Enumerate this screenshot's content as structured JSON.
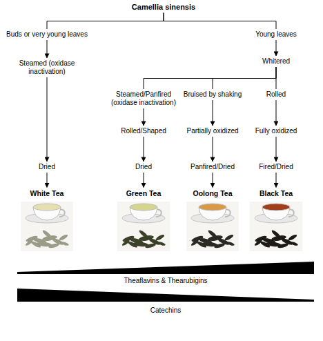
{
  "diagram": {
    "nodes": [
      {
        "text": [
          "Camellia sinensis"
        ]
      },
      {
        "text": [
          "Buds or very young leaves"
        ]
      },
      {
        "text": [
          "Young leaves"
        ]
      },
      {
        "text": [
          "Steamed (oxidase inactivation)"
        ]
      },
      {
        "text": [
          "Whitered"
        ]
      },
      {
        "text": [
          "Steamed/Panfired (oxidase inactivation)"
        ]
      },
      {
        "text": [
          "Bruised by shaking"
        ]
      },
      {
        "text": [
          "Rolled"
        ]
      },
      {
        "text": [
          "Rolled/Shaped"
        ]
      },
      {
        "text": [
          "Partially oxidized"
        ]
      },
      {
        "text": [
          "Fully oxidized"
        ]
      },
      {
        "text": [
          "Dried"
        ]
      },
      {
        "text": [
          "Dried"
        ]
      },
      {
        "text": [
          "Panfired/Dried"
        ]
      },
      {
        "text": [
          "Fired/Dried"
        ]
      },
      {
        "text": [
          "White Tea"
        ]
      },
      {
        "text": [
          "Green Tea"
        ]
      },
      {
        "text": [
          "Oolong Tea"
        ]
      },
      {
        "text": [
          "Black Tea"
        ]
      }
    ],
    "edges": [
      {
        "from": 0,
        "to": 1,
        "arrow": "none"
      },
      {
        "from": 0,
        "to": 2,
        "arrow": "none"
      },
      {
        "from": 1,
        "to": 3,
        "arrow": "to"
      },
      {
        "from": 2,
        "to": 4,
        "arrow": "to"
      },
      {
        "from": 4,
        "to": 5,
        "arrow": "none"
      },
      {
        "from": 4,
        "to": 6,
        "arrow": "none"
      },
      {
        "from": 4,
        "to": 7,
        "arrow": "none"
      },
      {
        "from": 3,
        "to": 11,
        "arrow": "to"
      },
      {
        "from": 5,
        "to": 8,
        "arrow": "to"
      },
      {
        "from": 6,
        "to": 9,
        "arrow": "to"
      },
      {
        "from": 7,
        "to": 10,
        "arrow": "to"
      },
      {
        "from": 8,
        "to": 12,
        "arrow": "to"
      },
      {
        "from": 9,
        "to": 13,
        "arrow": "to"
      },
      {
        "from": 10,
        "to": 14,
        "arrow": "to"
      },
      {
        "from": 11,
        "to": 15,
        "arrow": "to"
      },
      {
        "from": 12,
        "to": 16,
        "arrow": "to"
      },
      {
        "from": 13,
        "to": 17,
        "arrow": "to"
      },
      {
        "from": 14,
        "to": 18,
        "arrow": "to"
      }
    ],
    "labels": [
      "Theaflavins & Thearubigins",
      "Catechins"
    ]
  }
}
